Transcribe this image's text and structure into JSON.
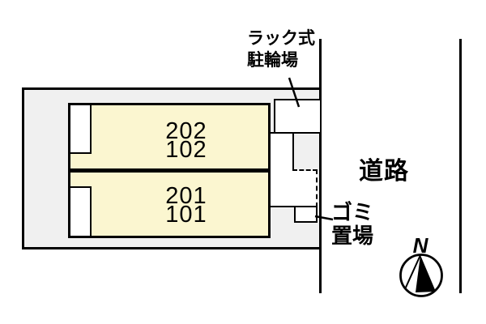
{
  "plan": {
    "rooms": [
      {
        "floor2": "202",
        "floor1": "102"
      },
      {
        "floor2": "201",
        "floor1": "101"
      }
    ],
    "bike_label": {
      "line1": "ラック式",
      "line2": "駐輪場"
    },
    "road_label": "道路",
    "garbage_label": {
      "line1": "ゴミ",
      "line2": "置場"
    },
    "compass": {
      "north": "N"
    },
    "colors": {
      "building_fill": "#FBF6D0",
      "site_fill": "#F0F0F0",
      "outline": "#000000"
    }
  }
}
